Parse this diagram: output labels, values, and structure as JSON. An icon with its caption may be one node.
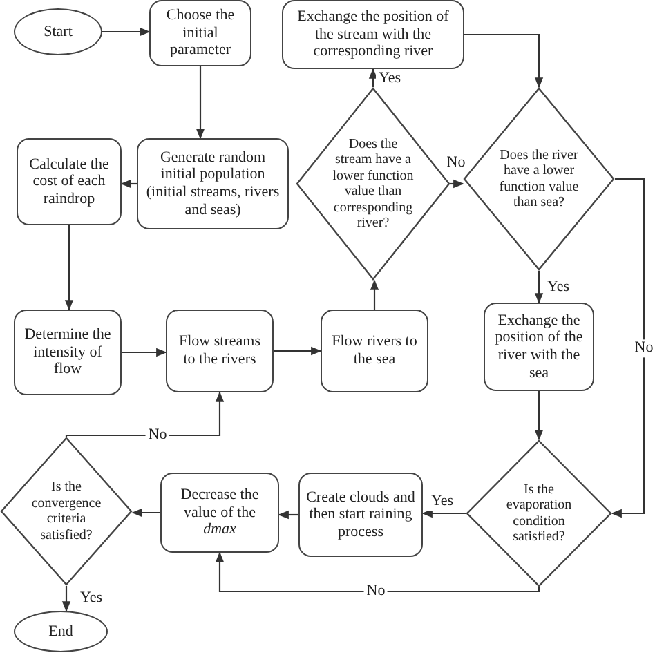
{
  "diagram": {
    "nodes": [
      {
        "text": [
          "Start"
        ]
      },
      {
        "text": [
          "Choose the initial parameter"
        ]
      },
      {
        "text": [
          "Exchange the position of the stream with the corresponding river"
        ]
      },
      {
        "text": [
          "Calculate the cost of each raindrop"
        ]
      },
      {
        "text": [
          "Generate random initial population (initial streams, rivers and seas)"
        ]
      },
      {
        "text": [
          "Does the stream have a lower function value than corresponding river?"
        ]
      },
      {
        "text": [
          "Does the river have a lower function value than sea?"
        ]
      },
      {
        "text": [
          "Determine the intensity of flow"
        ]
      },
      {
        "text": [
          "Flow streams to the rivers"
        ]
      },
      {
        "text": [
          "Flow rivers to the sea"
        ]
      },
      {
        "text": [
          "Exchange the position of the river with the sea"
        ]
      },
      {
        "text": [
          "Is the convergence criteria satisfied?"
        ]
      },
      {
        "text": [
          "Decrease the value of the *dmax*"
        ]
      },
      {
        "text": [
          "Create clouds and then start raining process"
        ]
      },
      {
        "text": [
          "Is the evaporation condition satisfied?"
        ]
      },
      {
        "text": [
          "End"
        ]
      }
    ],
    "edges": [
      {
        "from": 0,
        "to": 1,
        "arrow": "to"
      },
      {
        "from": 1,
        "to": 4,
        "arrow": "to"
      },
      {
        "from": 4,
        "to": 3,
        "arrow": "to"
      },
      {
        "from": 3,
        "to": 7,
        "arrow": "to"
      },
      {
        "from": 7,
        "to": 8,
        "arrow": "to"
      },
      {
        "from": 8,
        "to": 9,
        "arrow": "to"
      },
      {
        "from": 9,
        "to": 5,
        "arrow": "to"
      },
      {
        "from": 5,
        "to": 2,
        "arrow": "to",
        "label": "Yes"
      },
      {
        "from": 5,
        "to": 6,
        "arrow": "to",
        "label": "No"
      },
      {
        "from": 2,
        "to": 6,
        "arrow": "to"
      },
      {
        "from": 6,
        "to": 10,
        "arrow": "to",
        "label": "Yes"
      },
      {
        "from": 6,
        "to": 14,
        "arrow": "to",
        "label": "No"
      },
      {
        "from": 10,
        "to": 14,
        "arrow": "to"
      },
      {
        "from": 14,
        "to": 13,
        "arrow": "to",
        "label": "Yes"
      },
      {
        "from": 14,
        "to": 12,
        "arrow": "to",
        "label": "No"
      },
      {
        "from": 13,
        "to": 12,
        "arrow": "to"
      },
      {
        "from": 12,
        "to": 11,
        "arrow": "to"
      },
      {
        "from": 11,
        "to": 8,
        "arrow": "to",
        "label": "No"
      },
      {
        "from": 11,
        "to": 15,
        "arrow": "to",
        "label": "Yes"
      }
    ]
  }
}
